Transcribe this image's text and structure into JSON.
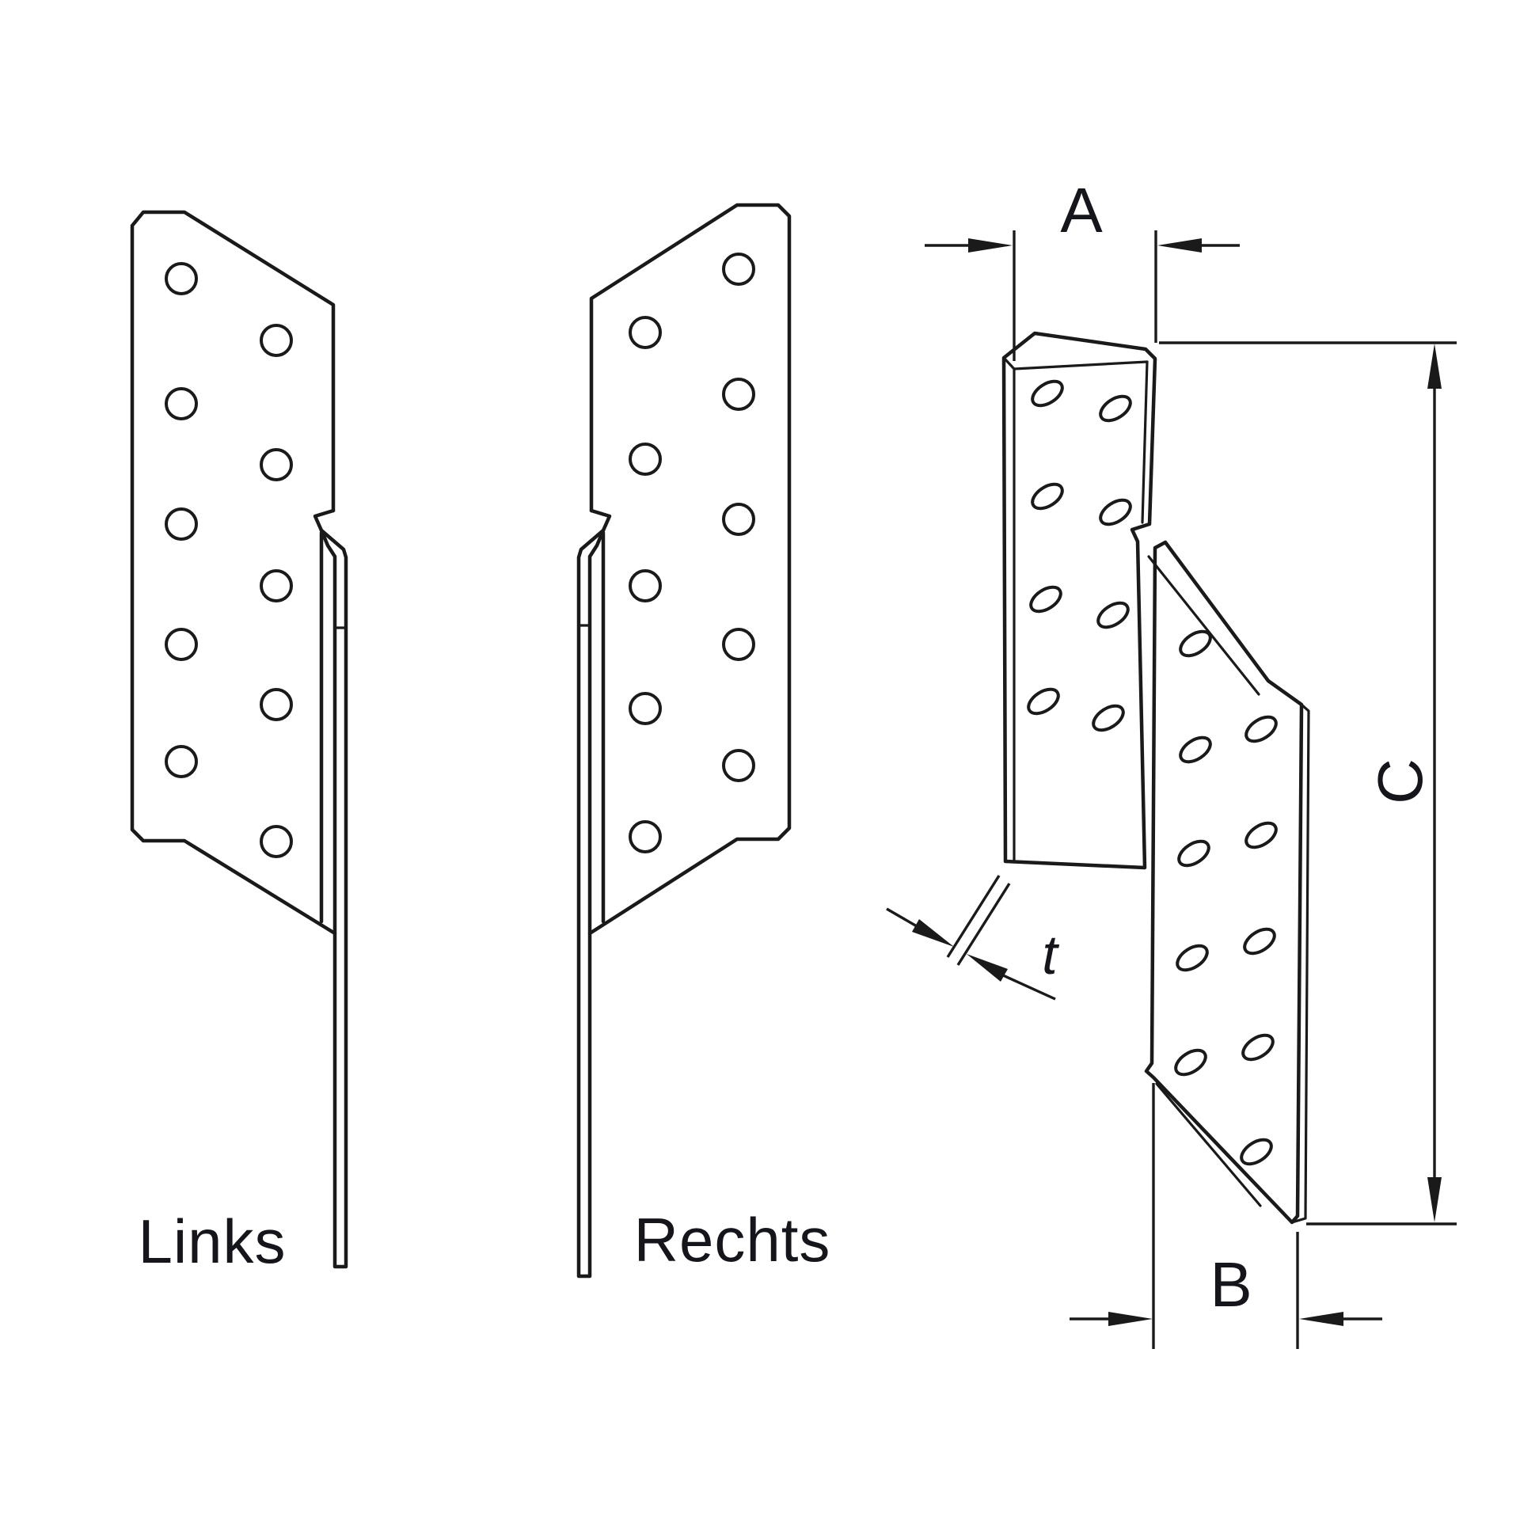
{
  "labels": {
    "left_view": "Links",
    "right_view": "Rechts"
  },
  "dimensions": {
    "width_a": "A",
    "width_b": "B",
    "height_c": "C",
    "thickness_t": "t"
  },
  "colors": {
    "line": "#1a1a1a",
    "text": "#15151c",
    "background": "#ffffff"
  }
}
